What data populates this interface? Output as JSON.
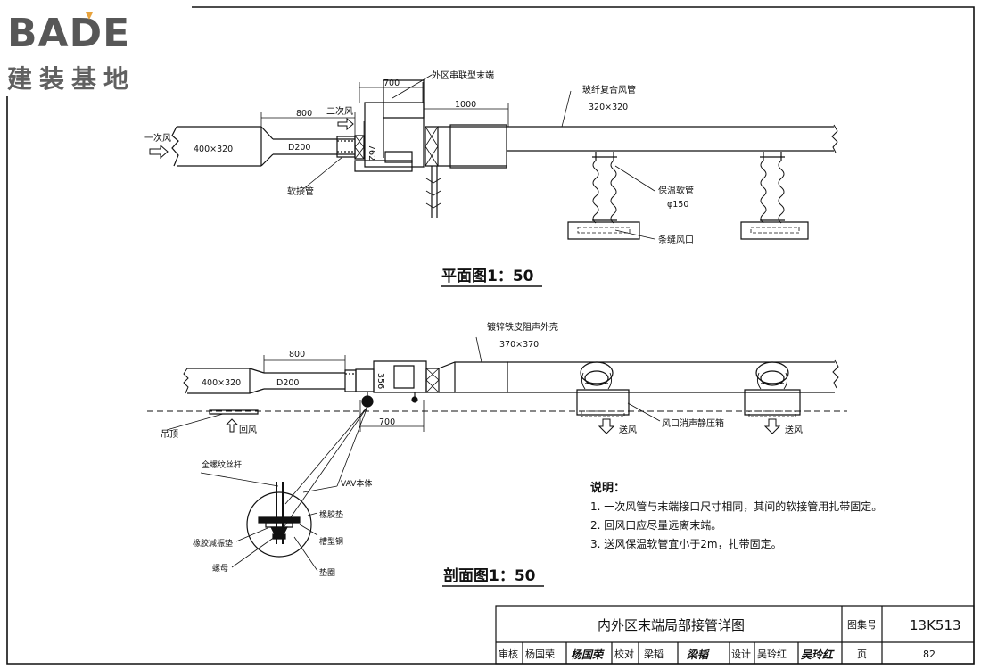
{
  "logo": {
    "brand": "BADE",
    "subtitle": "建装基地",
    "accent": "#E8A33D"
  },
  "plan": {
    "title": "平面图1：50",
    "primary_air": "一次风",
    "secondary_air": "二次风",
    "duct_in": "400×320",
    "d200": "D200",
    "dim_800": "800",
    "dim_700": "700",
    "dim_1000": "1000",
    "dim_762": "762",
    "terminal_label": "外区串联型末端",
    "flex_connector": "软接管",
    "fiberglass_duct": "玻纤复合风管",
    "fiberglass_size": "320×320",
    "insul_hose": "保温软管",
    "hose_dia": "φ150",
    "slot_diffuser": "条缝风口"
  },
  "section": {
    "title": "剖面图1：50",
    "duct_in": "400×320",
    "d200": "D200",
    "dim_800": "800",
    "dim_700": "700",
    "dim_356": "356",
    "galv_duct": "镀锌铁皮阻声外壳",
    "galv_size": "370×370",
    "ceiling": "吊顶",
    "return_air": "回风",
    "supply_air_1": "送风",
    "supply_air_2": "送风",
    "plenum": "风口消声静压箱",
    "threaded_rod": "全螺纹丝杆",
    "vav_body": "VAV本体",
    "rubber_pad": "橡胶垫",
    "channel_steel": "槽型钢",
    "rubber_damper": "橡胶减振垫",
    "nut": "螺母",
    "washer": "垫圈"
  },
  "notes": {
    "heading": "说明：",
    "items": [
      "1. 一次风管与末端接口尺寸相同，其间的软接管用扎带固定。",
      "2. 回风口应尽量远离末端。",
      "3. 送风保温软管宜小于2m，扎带固定。"
    ]
  },
  "title_block": {
    "drawing_title": "内外区末端局部接管详图",
    "atlas_label": "图集号",
    "atlas_no": "13K513",
    "page_label": "页",
    "page_no": "82",
    "review_label": "审核",
    "reviewer": "杨国荣",
    "check_label": "校对",
    "checker": "梁韬",
    "design_label": "设计",
    "designer": "吴玲红"
  }
}
